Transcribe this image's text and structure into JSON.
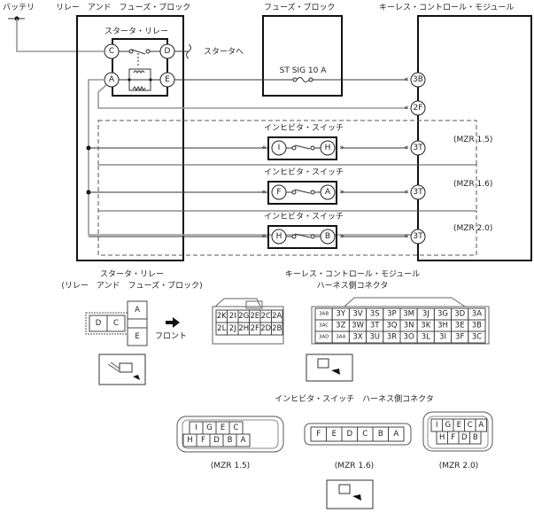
{
  "labels": {
    "battery": "バッテリ",
    "relay_fuse_block": "リレー　アンド　フューズ・ブロック",
    "fuse_block": "フューズ・ブロック",
    "kcm": "キーレス・コントロール・モジュール",
    "starter_relay": "スタータ・リレー",
    "to_starter": "スタータへ",
    "fuse": "ST SIG 10 A",
    "inhibitor_switch": "インヒビタ・スイッチ"
  },
  "relay_pins": [
    "C",
    "D",
    "A",
    "E"
  ],
  "kcm_pins": [
    "3B",
    "2F",
    "3T",
    "3T",
    "3T"
  ],
  "variants": [
    {
      "label": "(MZR 1.5)",
      "pin_left": "I",
      "pin_right": "H"
    },
    {
      "label": "(MZR 1.6)",
      "pin_left": "F",
      "pin_right": "A"
    },
    {
      "label": "(MZR 2.0)",
      "pin_left": "H",
      "pin_right": "B"
    }
  ],
  "connectors": {
    "starter_relay_title": "スタータ・リレー",
    "starter_relay_subtitle": "(リレー　アンド　フューズ・ブロック)",
    "starter_relay_cells": [
      "D",
      "C",
      "A",
      "E"
    ],
    "front_label": "フロント",
    "kcm_title": "キーレス・コントロール・モジュール",
    "kcm_subtitle": "ハーネス側コネクタ",
    "kcm_2_rows": [
      [
        "2K",
        "2I",
        "2G",
        "2E",
        "2C",
        "2A"
      ],
      [
        "2L",
        "2J",
        "2H",
        "2F",
        "2D",
        "2B"
      ]
    ],
    "kcm_3_rows": [
      [
        "3AB",
        "3Y",
        "3V",
        "3S",
        "3P",
        "3M",
        "3J",
        "3G",
        "3D",
        "3A"
      ],
      [
        "3AC",
        "3Z",
        "3W",
        "3T",
        "3Q",
        "3N",
        "3K",
        "3H",
        "3E",
        "3B"
      ],
      [
        "3AD",
        "3AA",
        "3X",
        "3U",
        "3R",
        "3O",
        "3L",
        "3I",
        "3F",
        "3C"
      ]
    ],
    "inhibitor_title": "インヒビタ・スイッチ　ハーネス側コネクタ",
    "inh_15_rows": [
      [
        "I",
        "G",
        "E",
        "C"
      ],
      [
        "H",
        "F",
        "D",
        "B",
        "A"
      ]
    ],
    "inh_15_label": "(MZR 1.5)",
    "inh_16_row": [
      "F",
      "E",
      "D",
      "C",
      "B",
      "A"
    ],
    "inh_16_label": "(MZR 1.6)",
    "inh_20_rows": [
      [
        "I",
        "G",
        "E",
        "C",
        "A"
      ],
      [
        "H",
        "F",
        "D",
        "B"
      ]
    ],
    "inh_20_label": "(MZR 2.0)"
  }
}
